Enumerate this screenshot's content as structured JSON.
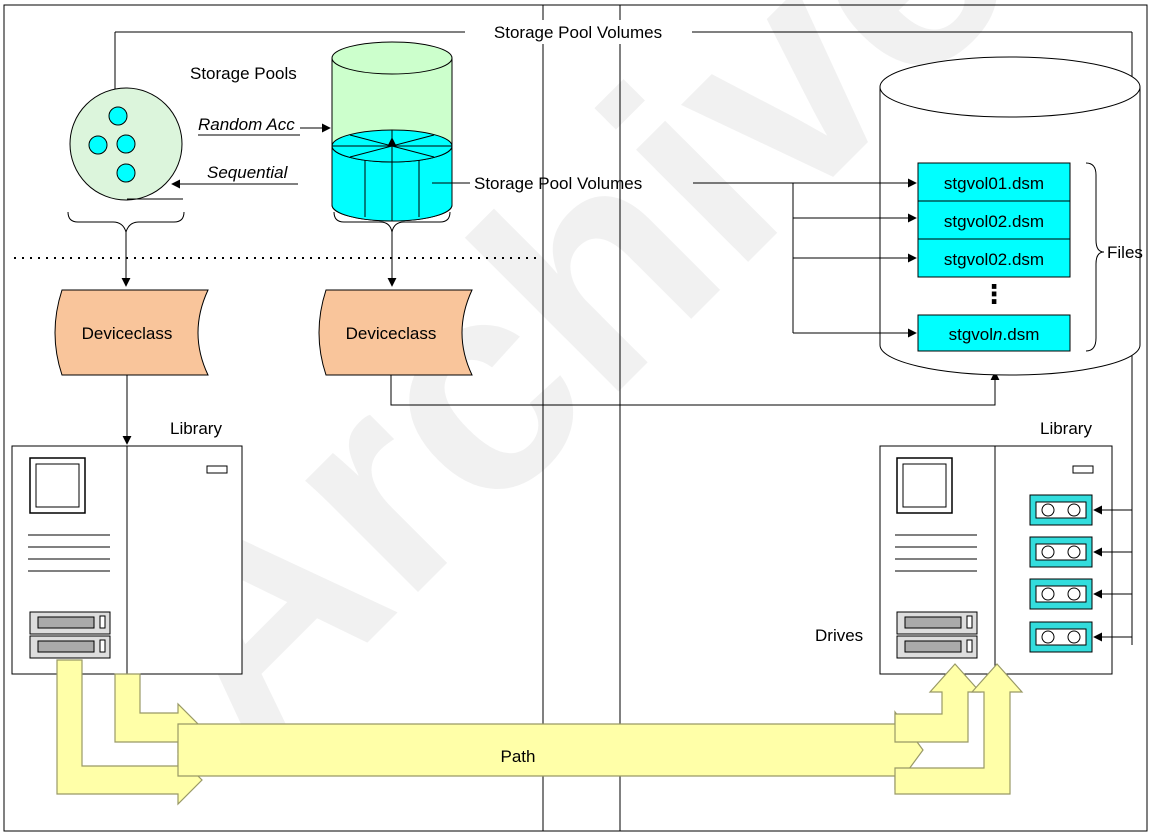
{
  "labels": {
    "storage_pool_volumes_top": "Storage Pool Volumes",
    "storage_pools": "Storage Pools",
    "random_access": "Random Acc",
    "sequential": "Sequential",
    "storage_pool_volumes_mid": "Storage Pool Volumes",
    "deviceclass_left": "Deviceclass",
    "deviceclass_right": "Deviceclass",
    "library_left": "Library",
    "library_right": "Library",
    "drives": "Drives",
    "path": "Path",
    "files": "Files"
  },
  "volumes": {
    "file1": "stgvol01.dsm",
    "file2": "stgvol02.dsm",
    "file3": "stgvol02.dsm",
    "file4_prefix": "stgvol",
    "file4_italic": "n",
    "file4_suffix": ".dsm",
    "ellipsis": "⋮"
  },
  "watermark": "Archived",
  "colors": {
    "pool_circle": "#dcf5dc",
    "volume_cyan": "#00ffff",
    "cylinder_top": "#ccffcc",
    "deviceclass": "#f9c59b",
    "path_arrow": "#ffffa8",
    "path_arrow_stroke": "#999966",
    "tape_slot": "#33dddd"
  }
}
